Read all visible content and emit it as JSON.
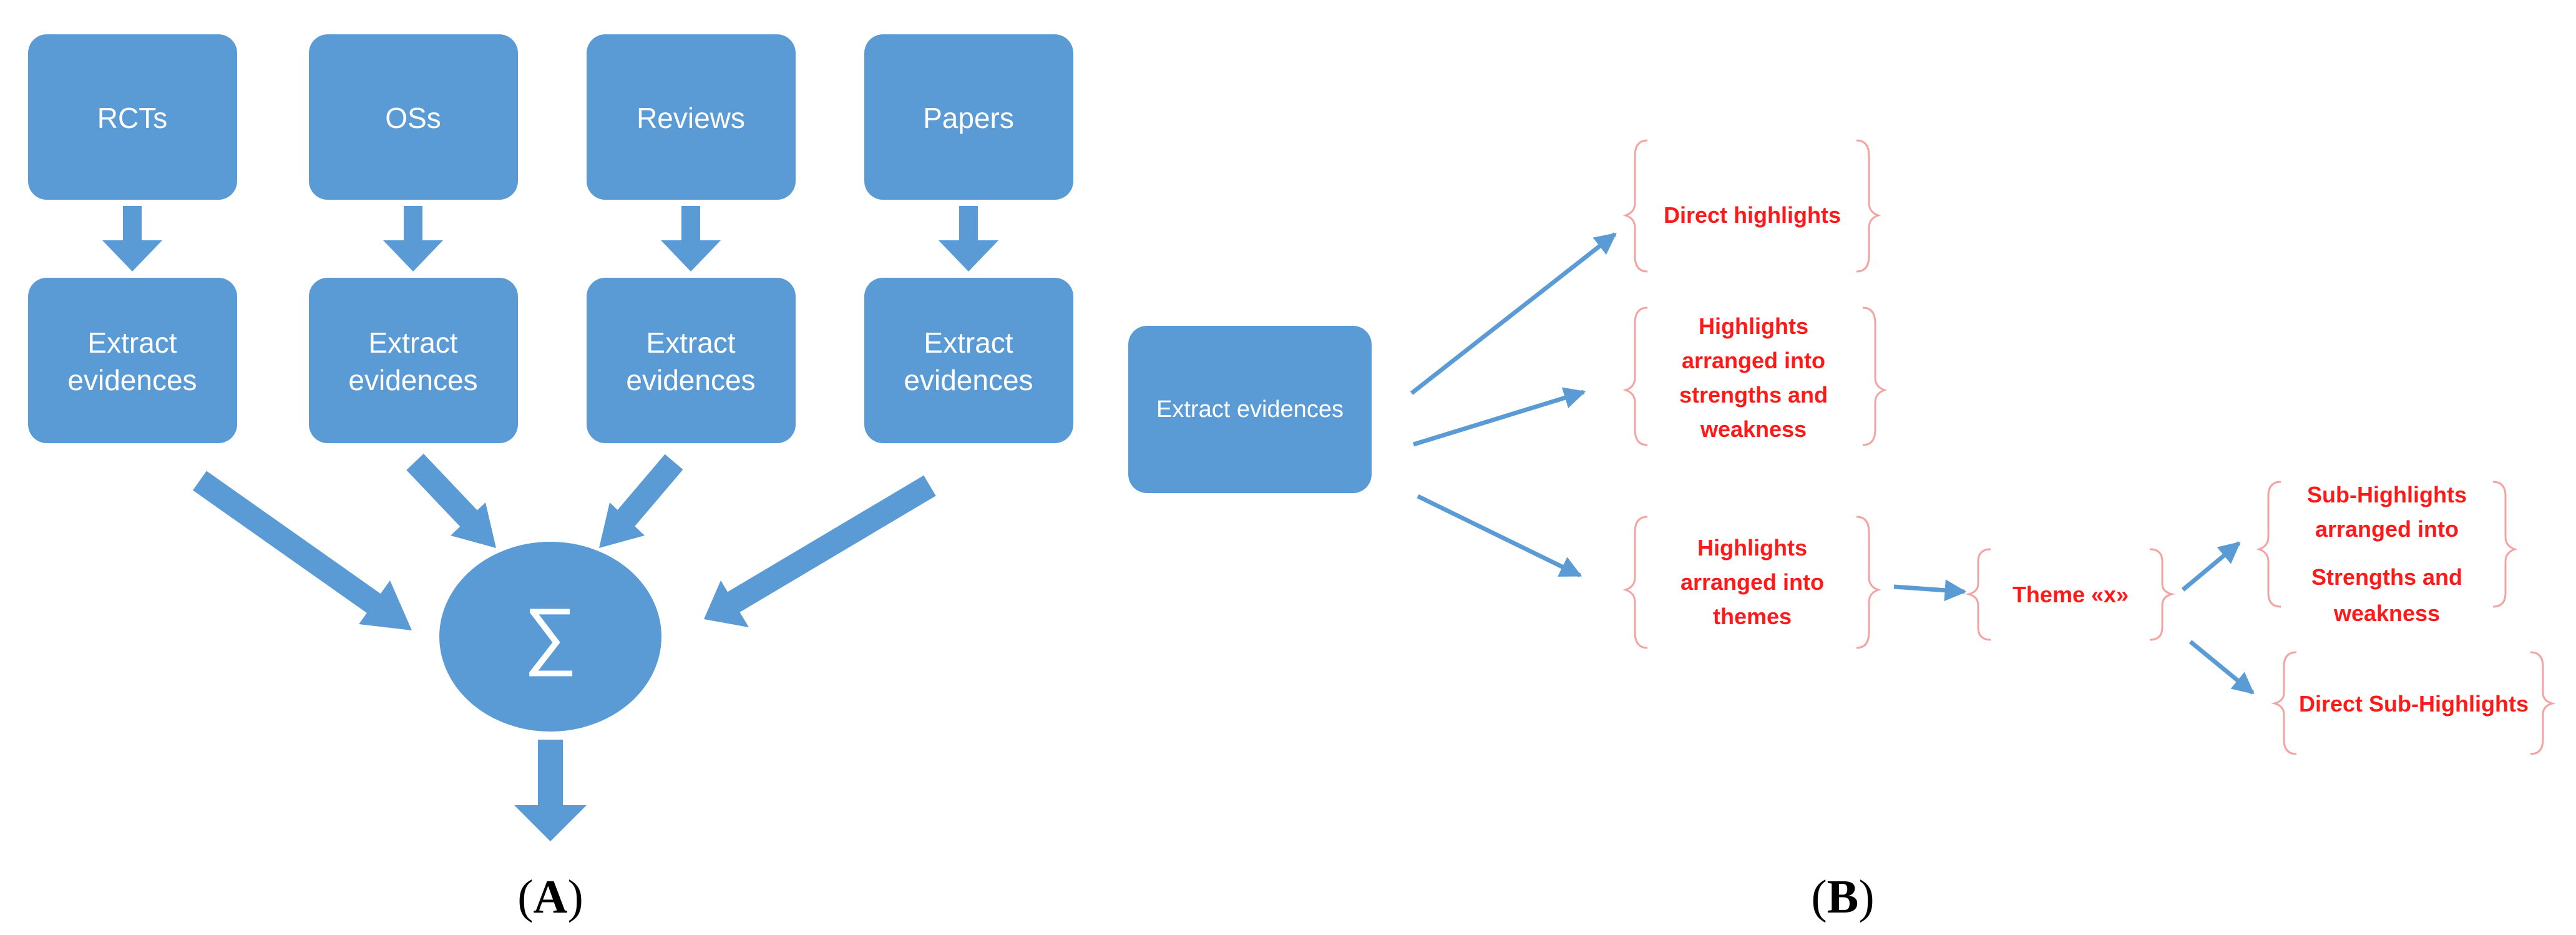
{
  "panel_a": {
    "sources": [
      "RCTs",
      "OSs",
      "Reviews",
      "Papers"
    ],
    "extract_line1": "Extract",
    "extract_line2": "evidences",
    "sum_symbol": "∑",
    "label_open": "(",
    "label_letter": "A",
    "label_close": ")"
  },
  "panel_b": {
    "root": "Extract evidences",
    "direct_highlights": "Direct highlights",
    "hl_strengths": [
      "Highlights",
      "arranged into",
      "strengths and",
      "weakness"
    ],
    "hl_themes": [
      "Highlights",
      "arranged into",
      "themes"
    ],
    "theme": "Theme «x»",
    "sub_strengths": [
      "Sub-Highlights",
      "arranged into",
      "Strengths and",
      "weakness"
    ],
    "sub_direct": "Direct Sub-Highlights",
    "label_open": "(",
    "label_letter": "B",
    "label_close": ")"
  },
  "colors": {
    "box": "#5b9bd5",
    "highlight_text": "#ff1a1a",
    "brace": "#f4a3a3"
  }
}
